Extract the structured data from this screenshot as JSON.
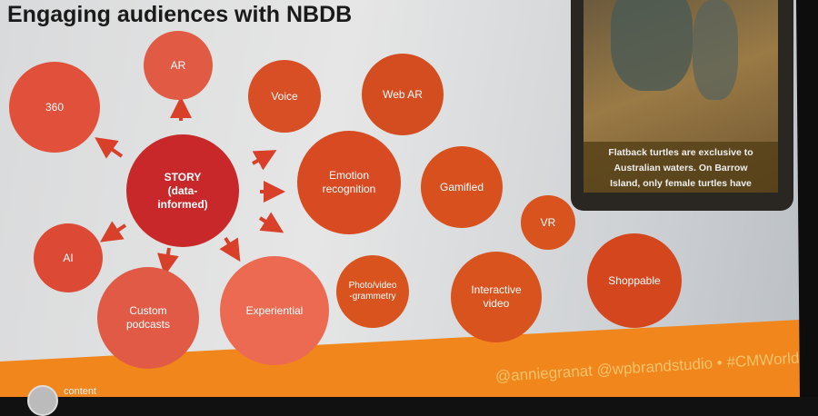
{
  "title": "Engaging audiences with NBDB",
  "nodes": {
    "n360": "360",
    "ar": "AR",
    "voice": "Voice",
    "webar": "Web AR",
    "story": "STORY\n(data-\ninformed)",
    "emotion": "Emotion\nrecognition",
    "gamified": "Gamified",
    "vr": "VR",
    "ai": "AI",
    "podcasts": "Custom\npodcasts",
    "experiential": "Experiential",
    "photo": "Photo/video\n-grammetry",
    "interactive": "Interactive\nvideo",
    "shoppable": "Shoppable"
  },
  "photo_caption": "Flatback turtles are exclusive to\nAustralian waters. On Barrow\nIsland, only female turtles have",
  "footer": {
    "handles": "@anniegranat  @wpbrandstudio  •  #CMWorld",
    "logo_text": "content"
  },
  "colors": {
    "story": "#c8282a",
    "footer": "#f08a1a"
  }
}
